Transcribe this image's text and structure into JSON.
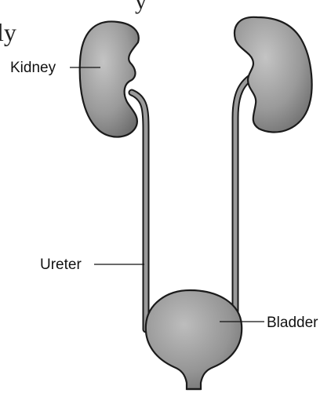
{
  "header": {
    "fragment_top": "y",
    "fragment_left": "ly"
  },
  "labels": {
    "kidney": "Kidney",
    "ureter": "Ureter",
    "bladder": "Bladder"
  },
  "colors": {
    "organ_fill": "#8f8f8f",
    "organ_light": "#b5b5b5",
    "outline": "#1a1a1a",
    "background": "#ffffff"
  }
}
